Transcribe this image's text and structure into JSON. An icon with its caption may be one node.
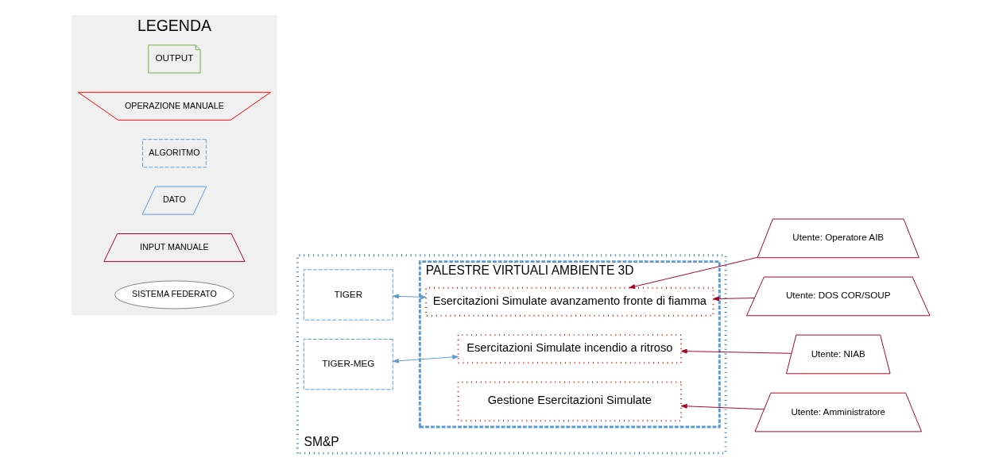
{
  "diagram": {
    "nodes": [
      {
        "text": [
          "SM&P"
        ]
      },
      {
        "text": [
          "TIGER"
        ],
        "in": 0
      },
      {
        "text": [
          "TIGER-MEG"
        ],
        "in": 0
      },
      {
        "text": [
          "PALESTRE VIRTUALI AMBIENTE 3D"
        ],
        "in": 0
      },
      {
        "text": [
          "Esercitazioni Simulate avanzamento fronte di fiamma"
        ],
        "in": 3
      },
      {
        "text": [
          "Esercitazioni Simulate incendio a ritroso"
        ],
        "in": 3
      },
      {
        "text": [
          "Gestione Esercitazioni Simulate"
        ],
        "in": 3
      },
      {
        "text": [
          "Utente: Operatore AIB"
        ]
      },
      {
        "text": [
          "Utente: DOS COR/SOUP"
        ]
      },
      {
        "text": [
          "Utente: NIAB"
        ]
      },
      {
        "text": [
          "Utente: Amministratore"
        ]
      },
      {
        "text": [
          "LEGENDA"
        ]
      },
      {
        "text": [
          "SISTEMA FEDERATO"
        ],
        "in": 11
      },
      {
        "text": [
          "INPUT MANUALE"
        ],
        "in": 11
      },
      {
        "text": [
          "DATO"
        ],
        "in": 11
      },
      {
        "text": [
          "ALGORITMO"
        ],
        "in": 11
      },
      {
        "text": [
          "OPERAZIONE MANUALE"
        ],
        "in": 11
      },
      {
        "text": [
          "OUTPUT"
        ],
        "in": 11
      }
    ],
    "edges": [
      {
        "from": 1,
        "to": 4,
        "arrow": "both",
        "color": "#5b9bd5"
      },
      {
        "from": 2,
        "to": 5,
        "arrow": "both",
        "color": "#5b9bd5"
      },
      {
        "from": 7,
        "to": 4,
        "arrow": "to"
      },
      {
        "from": 8,
        "to": 4,
        "arrow": "to"
      },
      {
        "from": 9,
        "to": 5,
        "arrow": "to"
      },
      {
        "from": 10,
        "to": 6,
        "arrow": "to"
      }
    ]
  }
}
